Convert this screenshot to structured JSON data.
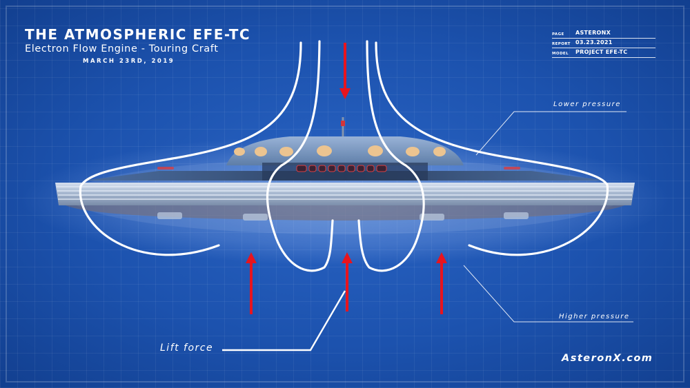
{
  "header": {
    "title": "THE ATMOSPHERIC EFE-TC",
    "subtitle": "Electron Flow Engine - Touring Craft",
    "date": "MARCH 23RD, 2019"
  },
  "info_box": {
    "rows": [
      {
        "label": "PAGE",
        "value": "ASTERONX"
      },
      {
        "label": "REPORT",
        "value": "03.23.2021"
      },
      {
        "label": "MODEL",
        "value": "PROJECT EFE-TC"
      }
    ]
  },
  "callouts": {
    "lower_pressure": "Lower pressure",
    "higher_pressure": "Higher pressure",
    "lift_force": "Lift force"
  },
  "footer": {
    "site": "AsteronX.com"
  },
  "colors": {
    "background": "#1c52ae",
    "arrow": "#e8141e",
    "flow_line": "#ffffff",
    "window_glow": "#f6c98e"
  }
}
